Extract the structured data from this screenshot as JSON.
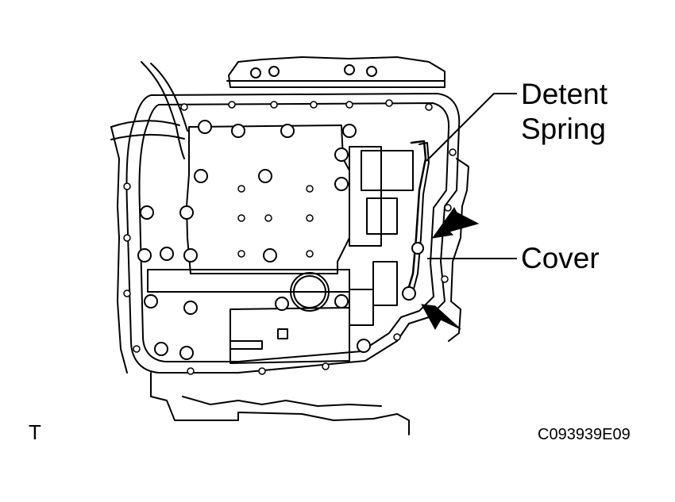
{
  "labels": {
    "detent_spring_line1": "Detent",
    "detent_spring_line2": "Spring",
    "cover": "Cover",
    "view_marker": "T",
    "figure_code": "C093939E09"
  },
  "colors": {
    "ink": "#000000",
    "paper": "#ffffff"
  }
}
